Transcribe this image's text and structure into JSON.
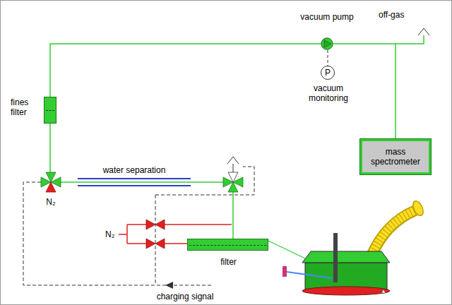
{
  "diagram": {
    "nodes": [
      {
        "text": [
          "vacuum pump"
        ]
      },
      {
        "text": [
          "P",
          "vacuum monitoring"
        ]
      },
      {
        "text": [
          "mass spectrometer"
        ]
      },
      {
        "text": [
          "fines filter"
        ]
      },
      {
        "text": [
          "filter"
        ]
      }
    ],
    "edges": [
      {
        "from": 3,
        "to": 0,
        "arrow": "none"
      },
      {
        "from": 0,
        "to": 1,
        "arrow": "none"
      },
      {
        "from": 0,
        "to": 2,
        "arrow": "none"
      }
    ],
    "labels": [
      "off-gas",
      "water separation",
      "N₂",
      "N₂",
      "charging signal"
    ]
  }
}
